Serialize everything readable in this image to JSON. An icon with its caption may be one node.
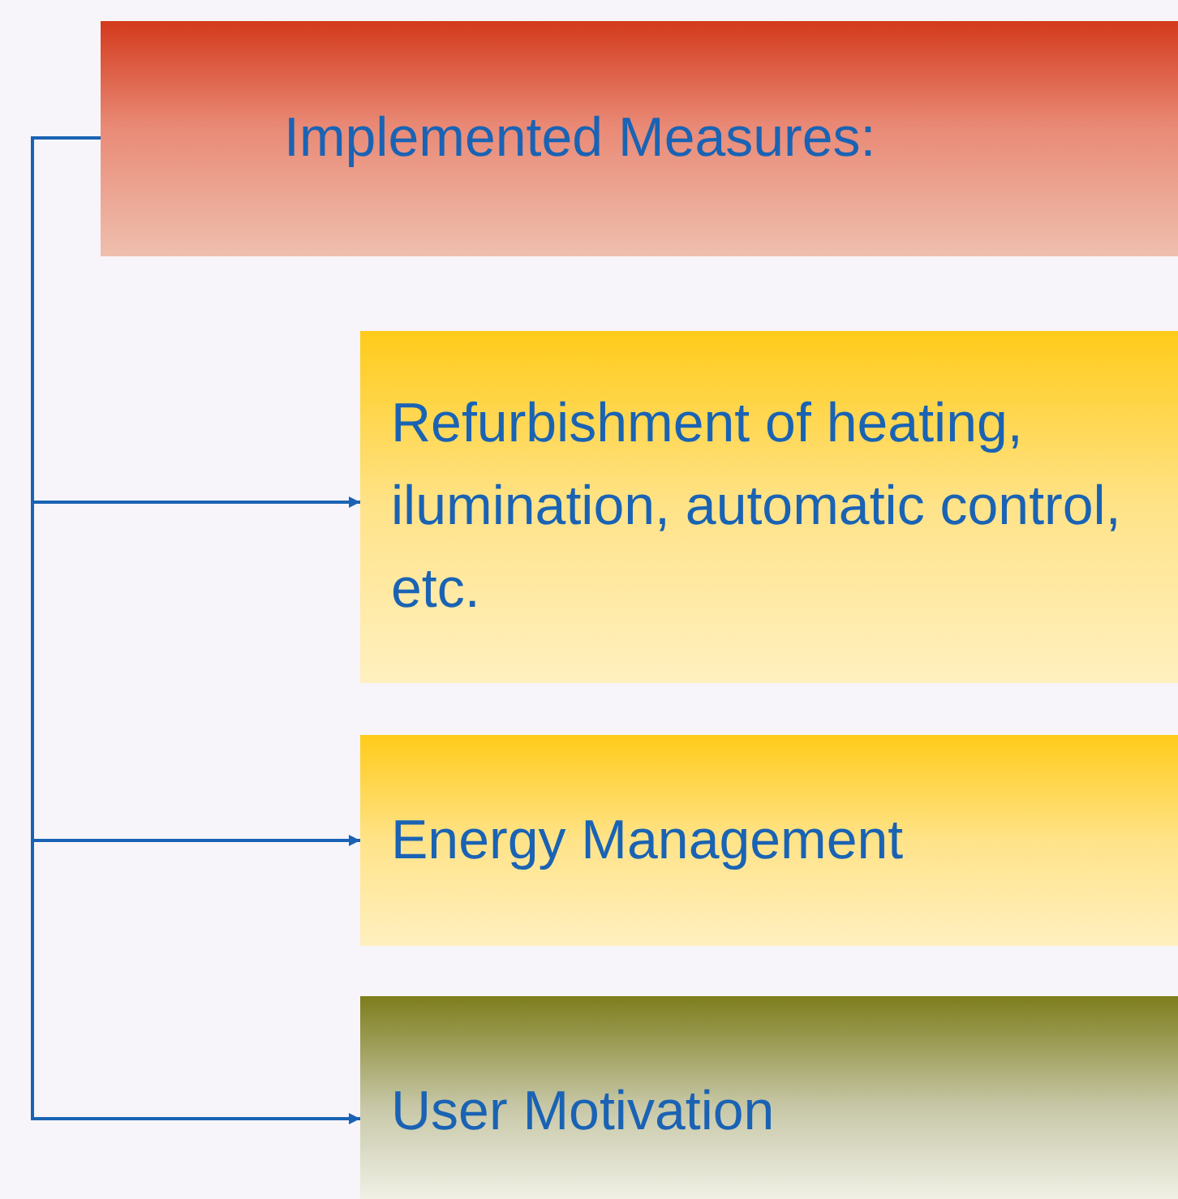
{
  "diagram": {
    "nodes": [
      {
        "text": [
          "Implemented Measures:"
        ]
      },
      {
        "text": [
          "Refurbishment of heating, ilumination, automatic control, etc."
        ]
      },
      {
        "text": [
          "Energy Management"
        ]
      },
      {
        "text": [
          "User Motivation"
        ]
      }
    ],
    "edges": [
      {
        "from": 0,
        "to": 1,
        "arrow": "to"
      },
      {
        "from": 0,
        "to": 2,
        "arrow": "to"
      },
      {
        "from": 0,
        "to": 3,
        "arrow": "to"
      }
    ]
  }
}
